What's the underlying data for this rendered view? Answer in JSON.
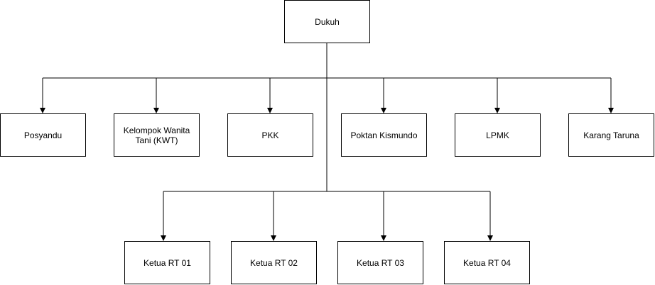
{
  "diagram": {
    "root": {
      "label": "Dukuh"
    },
    "organizations": [
      {
        "label": "Posyandu"
      },
      {
        "label": "Kelompok Wanita Tani (KWT)"
      },
      {
        "label": "PKK"
      },
      {
        "label": "Poktan Kismundo"
      },
      {
        "label": "LPMK"
      },
      {
        "label": "Karang Taruna"
      }
    ],
    "rt_heads": [
      {
        "label": "Ketua RT 01"
      },
      {
        "label": "Ketua RT 02"
      },
      {
        "label": "Ketua RT 03"
      },
      {
        "label": "Ketua RT 04"
      }
    ],
    "colors": {
      "stroke": "#000000",
      "fill": "#ffffff"
    }
  }
}
